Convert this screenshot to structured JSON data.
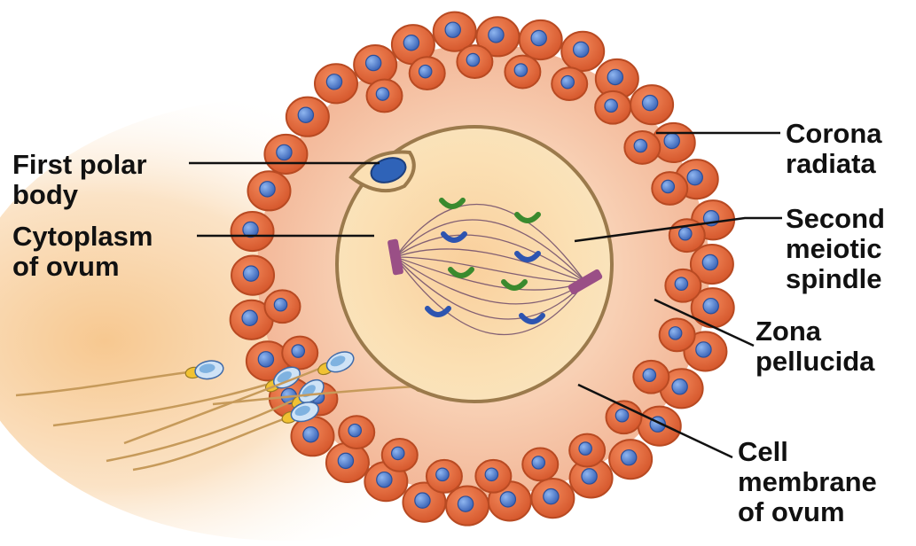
{
  "labels": {
    "first_polar_body": [
      "First polar",
      "body"
    ],
    "cytoplasm_of_ovum": [
      "Cytoplasm",
      "of ovum"
    ],
    "corona_radiata": [
      "Corona",
      "radiata"
    ],
    "second_meiotic_spindle": [
      "Second",
      "meiotic",
      "spindle"
    ],
    "zona_pellucida": [
      "Zona",
      "pellucida"
    ],
    "cell_membrane_of_ovum": [
      "Cell",
      "membrane",
      "of ovum"
    ]
  },
  "colors": {
    "corona_cell": "#e2673a",
    "corona_cell_edge": "#b84a22",
    "nucleus": "#4f78c8",
    "zona": "#f6c6a8",
    "cytoplasm": "#f9dcaa",
    "membrane": "#9b7a4c",
    "polar_body": "#2f63b8",
    "chromosome_green": "#3a8a2e",
    "chromosome_blue": "#2d54b0",
    "centrosome": "#9a4f86",
    "spindle_fiber": "#6d4a6a",
    "sperm_head": "#7fb2e0",
    "sperm_midpiece": "#f1c233",
    "label_line": "#111111"
  }
}
